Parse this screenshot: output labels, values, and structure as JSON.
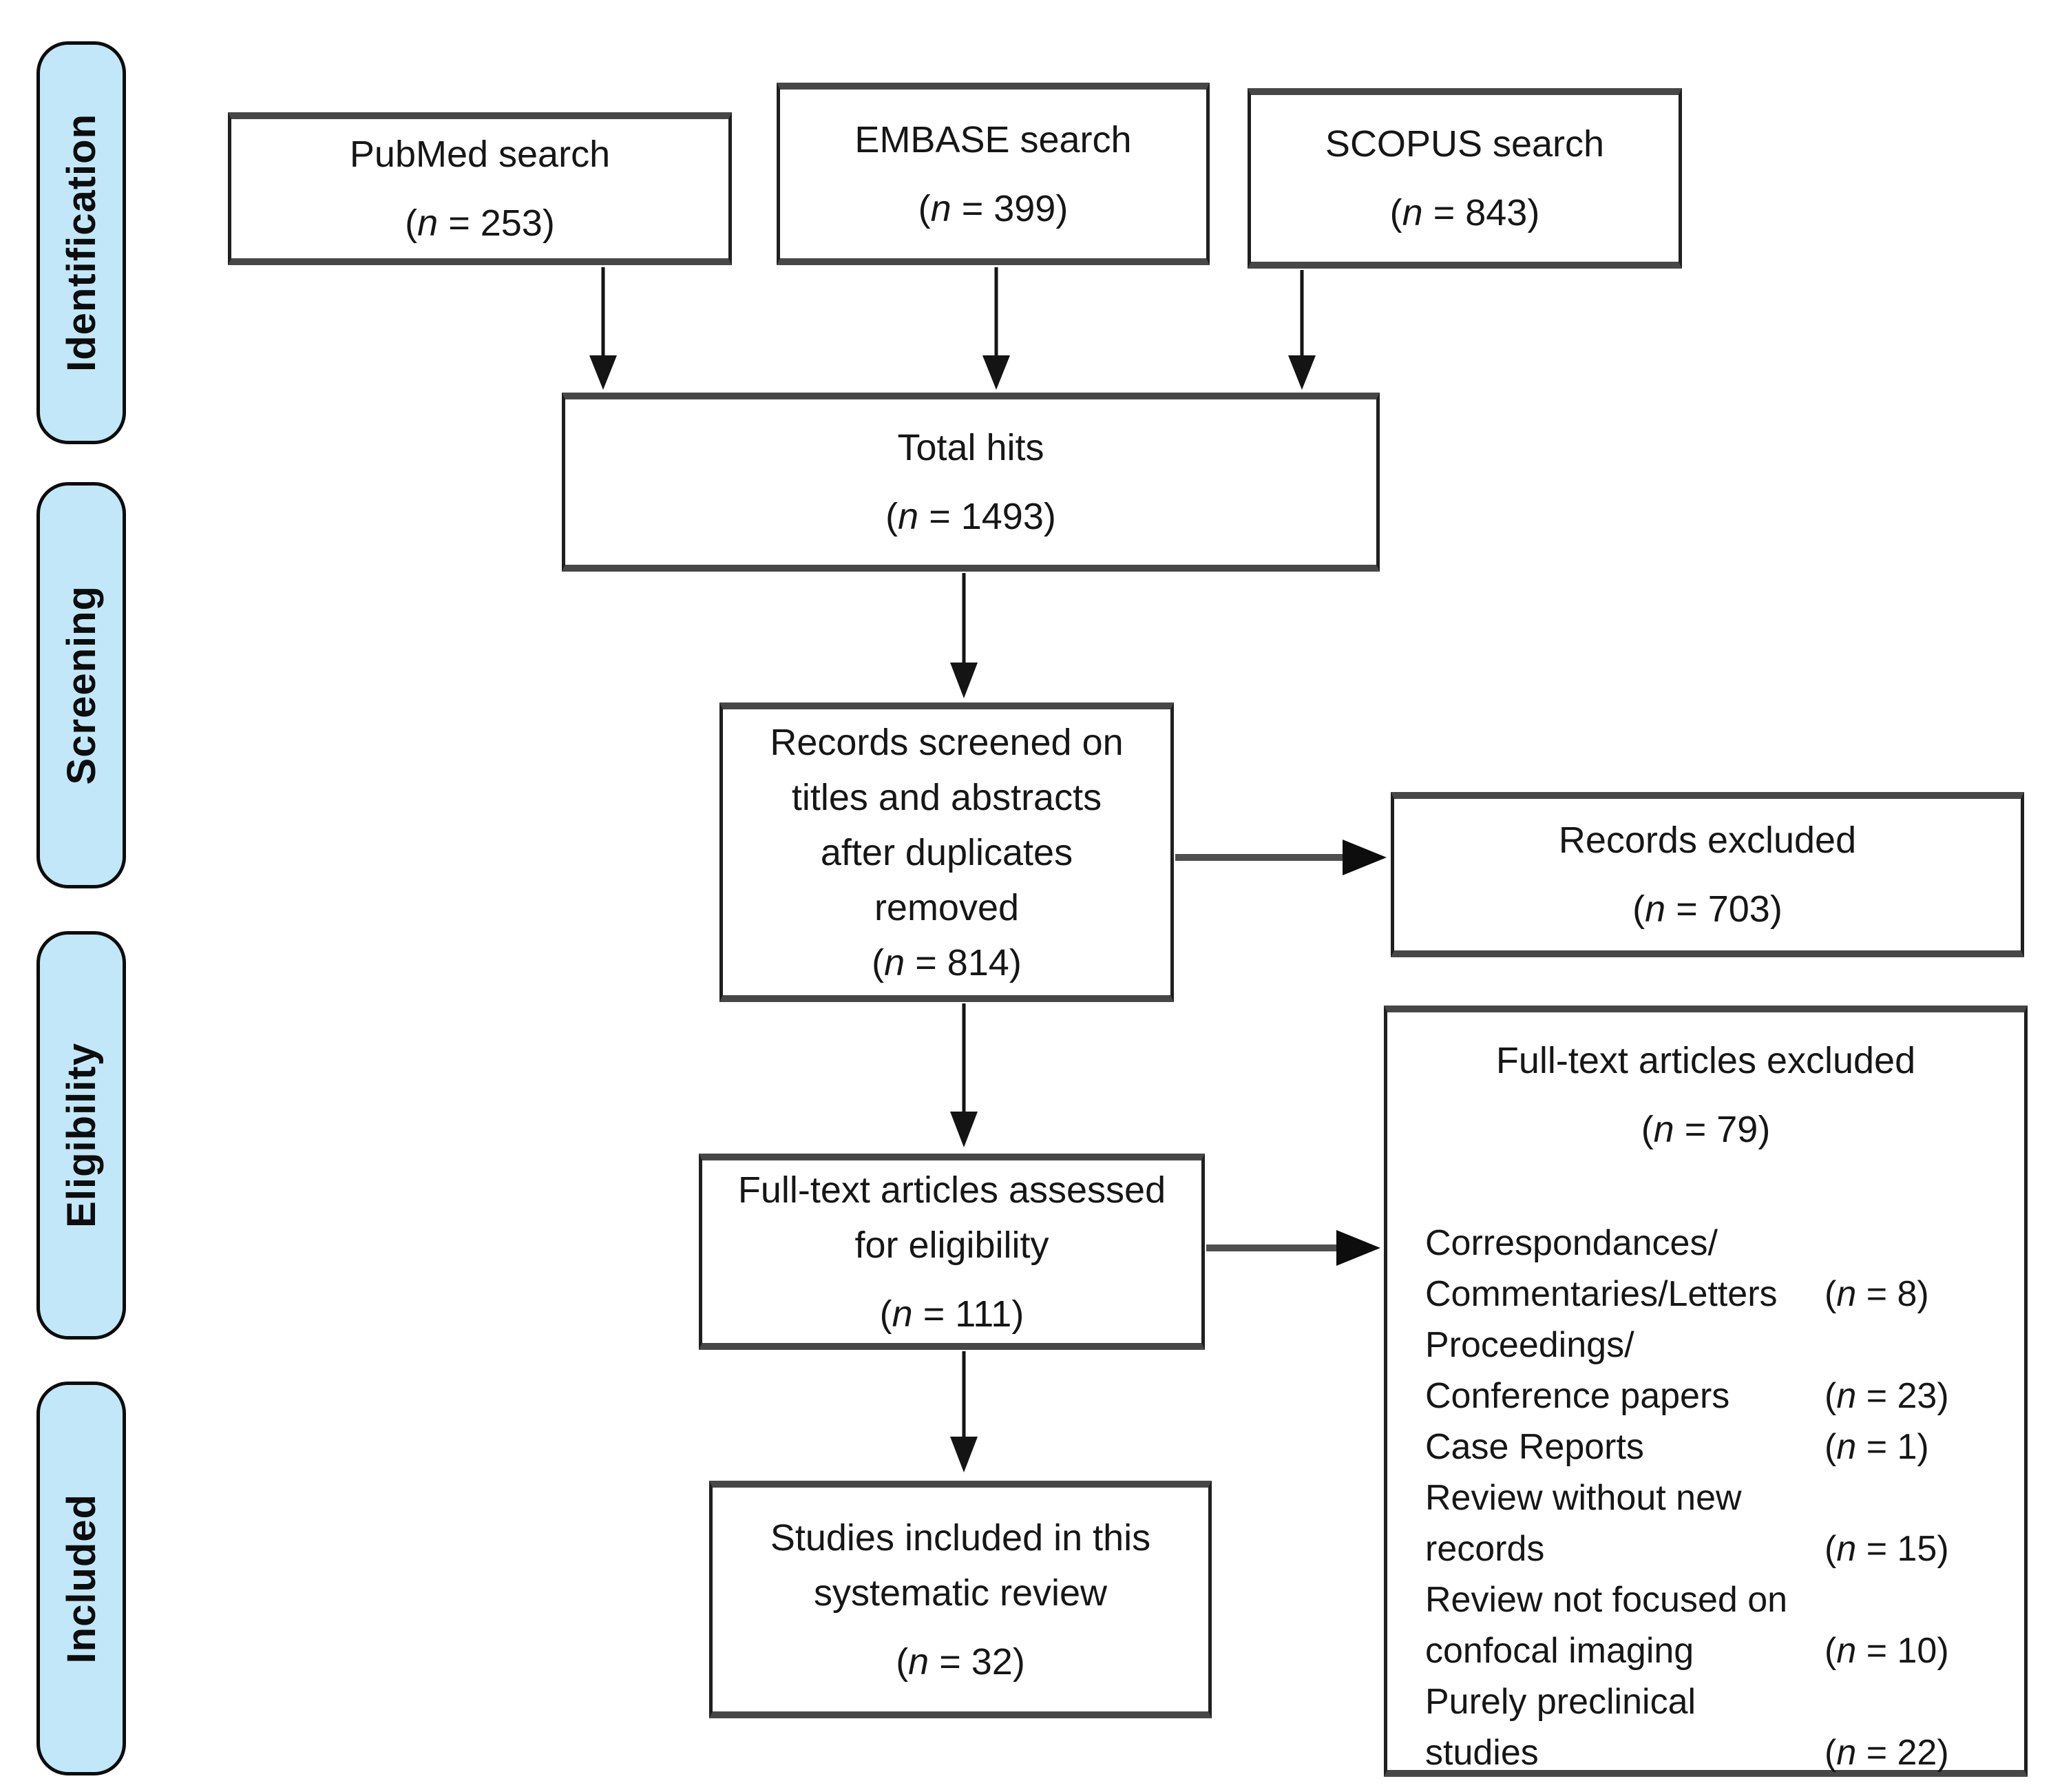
{
  "colors": {
    "stage_fill": "#c2e7f8",
    "box_border": "#1f1f1f",
    "arrow_gray": "#4f4f4f"
  },
  "sidebar": {
    "stages": [
      {
        "label": "Identification"
      },
      {
        "label": "Screening"
      },
      {
        "label": "Eligibility"
      },
      {
        "label": "Included"
      }
    ]
  },
  "nodes": {
    "pubmed": {
      "label": "PubMed search",
      "n_text": "(n = 253)"
    },
    "embase": {
      "label": "EMBASE search",
      "n_text": "(n = 399)"
    },
    "scopus": {
      "label": "SCOPUS search",
      "n_text": "(n = 843)"
    },
    "total_hits": {
      "label": "Total hits",
      "n_text": "(n = 1493)"
    },
    "screened": {
      "label": "Records screened on\ntitles and abstracts\nafter duplicates\nremoved",
      "n_text": "(n = 814)"
    },
    "records_excluded": {
      "label": "Records excluded",
      "n_text": "(n = 703)"
    },
    "assessed": {
      "label": "Full-text articles assessed\nfor eligibility",
      "n_text": "(n = 111)"
    },
    "fulltext_excluded": {
      "label": "Full-text articles excluded",
      "n_text": "(n = 79)",
      "reasons": [
        {
          "text": "Correspondances/\nCommentaries/Letters",
          "n_text": "(n = 8)"
        },
        {
          "text": "Proceedings/\nConference papers",
          "n_text": "(n = 23)"
        },
        {
          "text": "Case Reports",
          "n_text": "(n = 1)"
        },
        {
          "text": "Review without new\nrecords",
          "n_text": "(n = 15)"
        },
        {
          "text": "Review not focused on\nconfocal imaging",
          "n_text": "(n = 10)"
        },
        {
          "text": "Purely preclinical\nstudies",
          "n_text": "(n = 22)"
        }
      ]
    },
    "included": {
      "label": "Studies included in this\nsystematic review",
      "n_text": "(n = 32)"
    }
  }
}
